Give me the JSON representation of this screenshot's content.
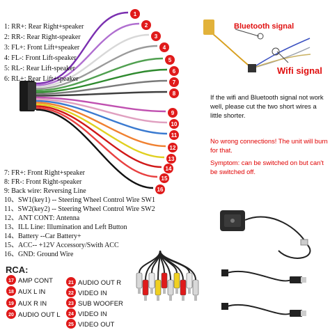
{
  "pins_top": [
    "1:  RR+: Rear Right+speaker",
    "2:  RR-: Rear Right-speaker",
    "3:  FL+: Front Lift+speaker",
    "4:  FL-: Front Lift-speaker",
    "5:  RL-: Rear Lift-speaker",
    "6:  RL+: Rear Lift+speaker"
  ],
  "pins_bottom": [
    "7:  FR+: Front Right+speaker",
    "8:  FR-: Front Right-speaker",
    "9:  Back wire: Reversing Line",
    "10、SW1(key1) -- Steering Wheel Control Wire SW1",
    "11、SW2(key2) -- Steering Wheel Control Wire SW2",
    "12、ANT CONT: Antenna",
    "13、ILL Line: Illumination and Left Button",
    "14、Battery --Car Battery+",
    "15、ACC-- +12V Accessory/Swith ACC",
    "16、GND: Ground Wire"
  ],
  "harness_numbers": [
    "1",
    "2",
    "3",
    "4",
    "5",
    "6",
    "7",
    "8",
    "9",
    "10",
    "11",
    "12",
    "13",
    "14",
    "15",
    "16"
  ],
  "rca": {
    "title": "RCA:",
    "left": [
      {
        "num": "17",
        "label": "AMP CONT"
      },
      {
        "num": "18",
        "label": "AUX L IN"
      },
      {
        "num": "19",
        "label": "AUX R IN"
      },
      {
        "num": "20",
        "label": "AUDIO OUT L"
      }
    ],
    "right": [
      {
        "num": "21",
        "label": "AUDIO OUT R"
      },
      {
        "num": "22",
        "label": "VIDEO IN"
      },
      {
        "num": "23",
        "label": "SUB WOOFER"
      },
      {
        "num": "24",
        "label": "VIDEO IN"
      },
      {
        "num": "25",
        "label": "VIDEO OUT"
      }
    ]
  },
  "signals": {
    "bluetooth": "Bluetooth signal",
    "wifi": "Wifi signal"
  },
  "notes": {
    "wifi_bt": "If the wifi and Bluetooth signal not work well, please cut the two short wires a little shorter.",
    "warning": "No wrong connections! The unit will burn for that.",
    "symptom": "Symptom: can be switched on but can't be switched off."
  },
  "colors": {
    "badge_red": "#e01a1a",
    "text_red": "#e00000"
  }
}
